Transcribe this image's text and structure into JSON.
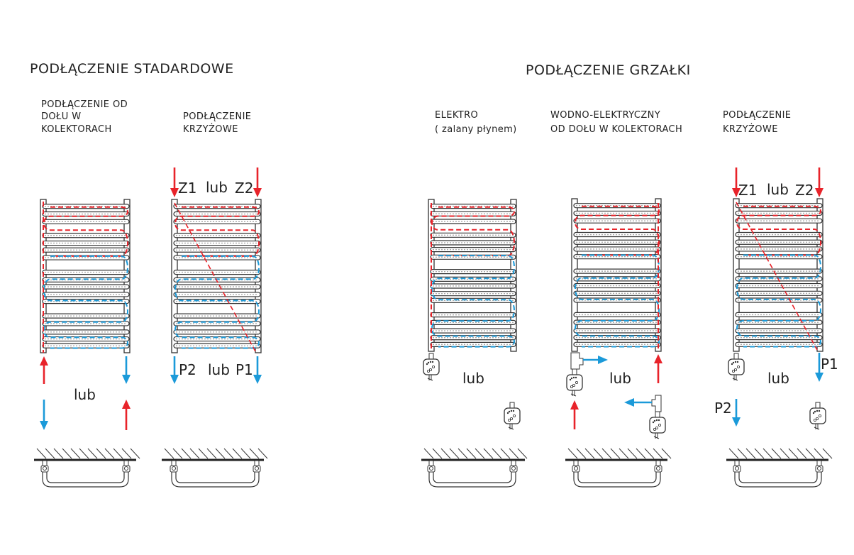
{
  "sections": {
    "standard": {
      "title": "PODŁĄCZENIE STADARDOWE"
    },
    "heater": {
      "title": "PODŁĄCZENIE GRZAŁKI"
    }
  },
  "diagrams": [
    {
      "caption": [
        "PODŁĄCZENIE OD",
        "DOŁU W",
        "KOLEKTORACH"
      ],
      "or_label": "lub"
    },
    {
      "caption": [
        "PODŁĄCZENIE",
        "KRZYŻOWE"
      ],
      "top_labels": [
        "Z1",
        "lub",
        "Z2"
      ],
      "bottom_labels": [
        "P2",
        "lub",
        "P1"
      ]
    },
    {
      "caption": [
        "ELEKTRO",
        "( zalany płynem)"
      ],
      "or_label": "lub"
    },
    {
      "caption": [
        "WODNO-ELEKTRYCZNY",
        "OD DOŁU W KOLEKTORACH"
      ],
      "or_label": "lub"
    },
    {
      "caption": [
        "PODŁĄCZENIE",
        "KRZYŻOWE"
      ],
      "top_labels": [
        "Z1",
        "lub",
        "Z2"
      ],
      "or_label": "lub",
      "p1": "P1",
      "p2": "P2"
    }
  ],
  "colors": {
    "supply": "#e8232a",
    "return": "#1b9ad9",
    "line": "#333333"
  }
}
